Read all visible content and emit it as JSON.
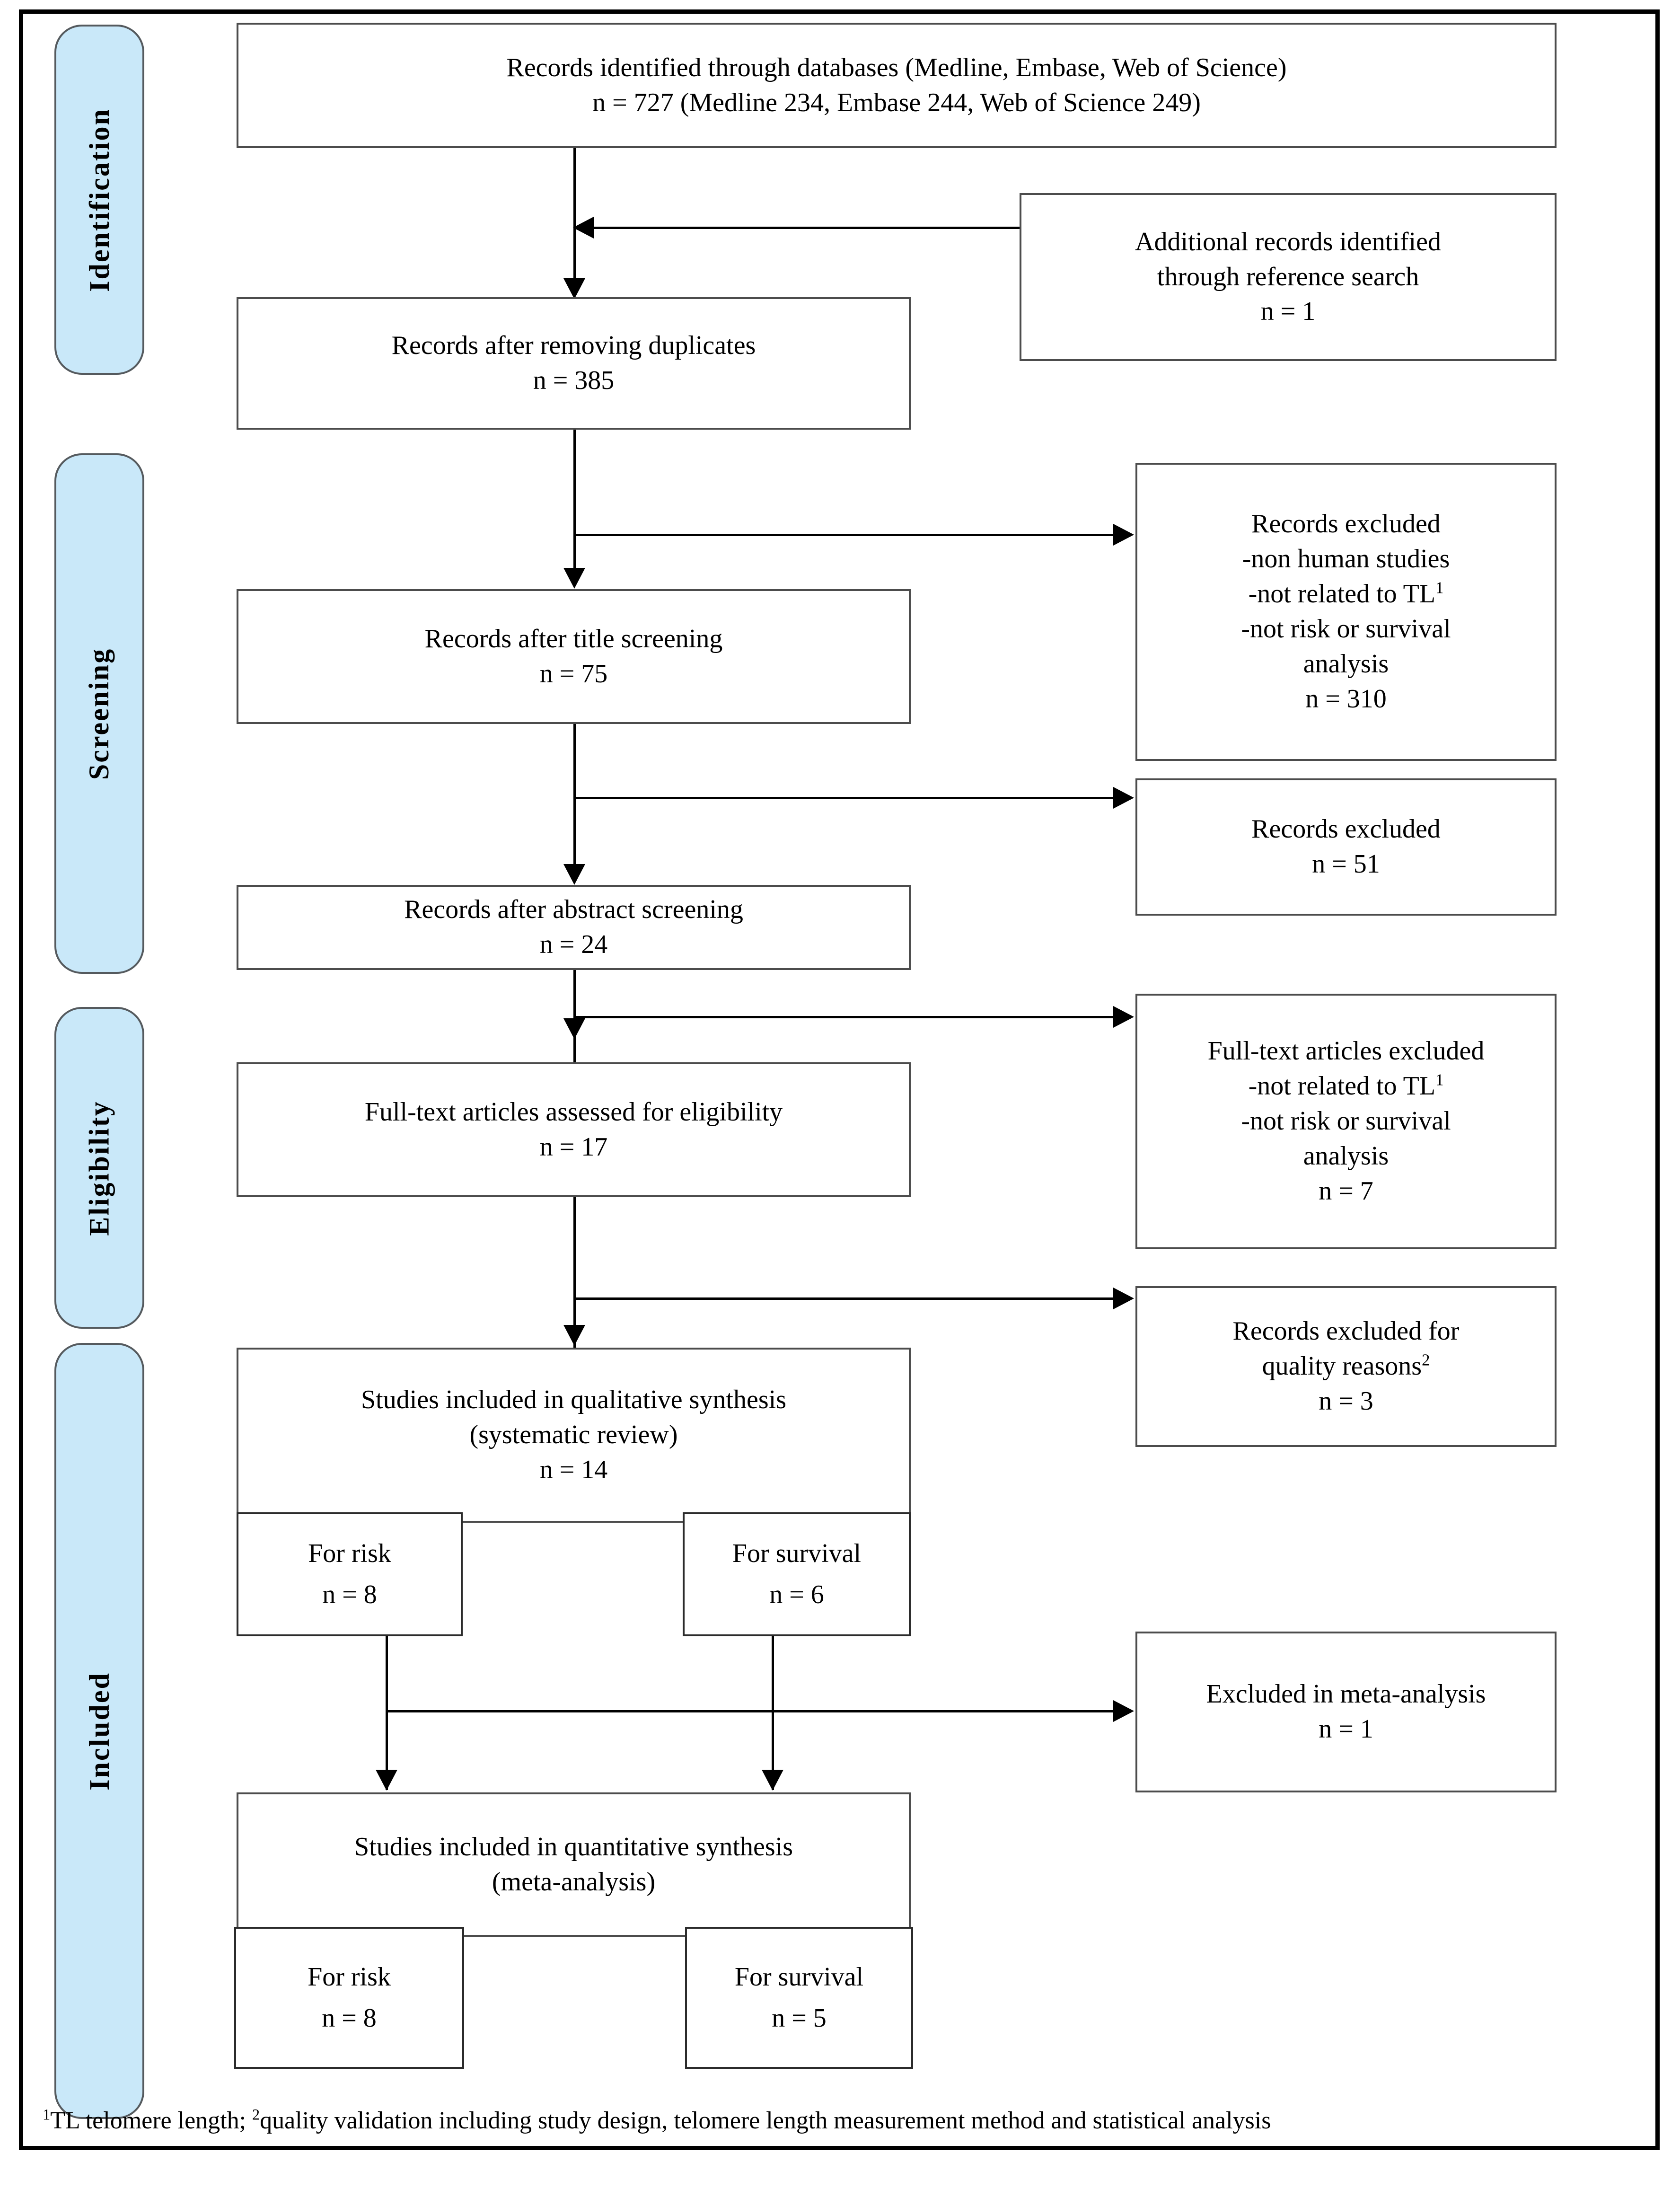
{
  "phases": [
    {
      "id": "identification",
      "label": "Identification"
    },
    {
      "id": "screening",
      "label": "Screening"
    },
    {
      "id": "eligibility",
      "label": "Eligibility"
    },
    {
      "id": "included",
      "label": "Included"
    }
  ],
  "boxes": {
    "records_identified": {
      "line1": "Records identified through databases (Medline, Embase, Web of Science)",
      "line2": "n = 727 (Medline 234, Embase 244, Web of Science 249)"
    },
    "additional_records": {
      "line1": "Additional records identified",
      "line2": "through reference search",
      "line3": "n = 1"
    },
    "after_duplicates": {
      "line1": "Records after removing duplicates",
      "line2": "n = 385"
    },
    "excluded_title": {
      "line1": "Records excluded",
      "line2": "-non human studies",
      "line3_pre": "-not related to TL",
      "line3_sup": "1",
      "line4": "-not risk or survival",
      "line5": "analysis",
      "line6": "n = 310"
    },
    "after_title_screening": {
      "line1": "Records after title screening",
      "line2": "n = 75"
    },
    "excluded_abstract": {
      "line1": "Records excluded",
      "line2": "n = 51"
    },
    "after_abstract_screening": {
      "line1": "Records after abstract screening",
      "line2": "n = 24"
    },
    "fulltext_assessed": {
      "line1": "Full-text articles assessed for eligibility",
      "line2": "n = 17"
    },
    "fulltext_excluded": {
      "line1": "Full-text articles excluded",
      "line2_pre": "-not related to TL",
      "line2_sup": "1",
      "line3": "-not risk or survival",
      "line4": "analysis",
      "line5": "n = 7"
    },
    "excluded_quality": {
      "line1": "Records excluded for",
      "line2_pre": "quality reasons",
      "line2_sup": "2",
      "line3": "n = 3"
    },
    "qualitative_synthesis": {
      "line1": "Studies included in qualitative synthesis",
      "line2": "(systematic review)",
      "line3": "n = 14"
    },
    "qual_risk": {
      "line1": "For risk",
      "line2": "n = 8"
    },
    "qual_survival": {
      "line1": "For survival",
      "line2": "n = 6"
    },
    "excluded_meta": {
      "line1": "Excluded in meta-analysis",
      "line2": "n = 1"
    },
    "quantitative_synthesis": {
      "line1": "Studies included in quantitative synthesis",
      "line2": "(meta-analysis)"
    },
    "quant_risk": {
      "line1": "For risk",
      "line2": "n = 8"
    },
    "quant_survival": {
      "line1": "For survival",
      "line2": "n = 5"
    }
  },
  "footnote": {
    "sup1": "1",
    "text1": "TL telomere length; ",
    "sup2": "2",
    "text2": "quality validation including study design, telomere length measurement method and statistical analysis"
  },
  "colors": {
    "phase_fill": "#c9e8f9",
    "phase_border": "#555a5e",
    "box_border": "#4c4c4c",
    "line": "#000000",
    "background": "#ffffff"
  }
}
